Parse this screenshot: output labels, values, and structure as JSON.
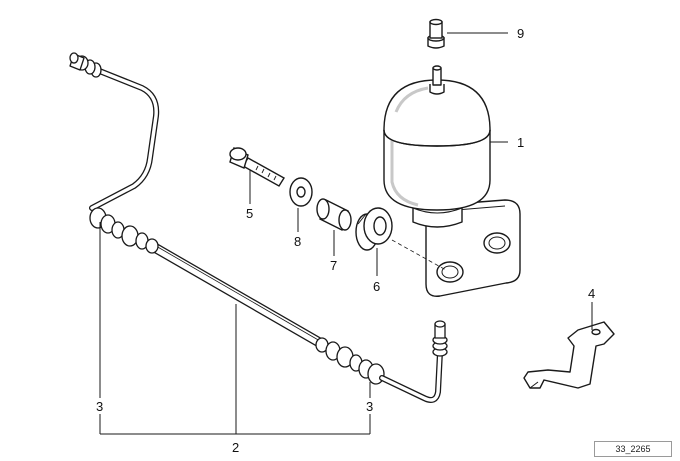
{
  "callouts": {
    "accumulator": "1",
    "brake_hose": "2",
    "pipe_left": "3",
    "pipe_right": "3",
    "bracket": "4",
    "bolt": "5",
    "rubber_mount": "6",
    "sleeve": "7",
    "washer": "8",
    "cap": "9"
  },
  "reference_code": "33_2265",
  "colors": {
    "line": "#1a1a1a",
    "fill": "#ffffff",
    "shade": "#d8d8d8"
  }
}
